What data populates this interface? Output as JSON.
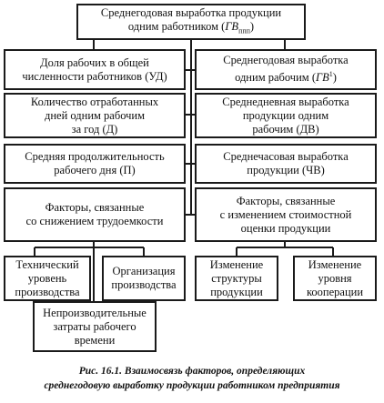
{
  "title": {
    "text": "Среднегодовая выработка продукции\nодним работником (",
    "symbol": "ГВ",
    "sub": "ппп",
    "close": ")"
  },
  "left": [
    {
      "text": "Доля рабочих в общей\nчисленности работников (УД)"
    },
    {
      "text": "Количество отработанных\nдней одним рабочим\nза год (Д)"
    },
    {
      "text": "Средняя продолжительность\nрабочего дня (П)"
    },
    {
      "text": "Факторы, связанные\nсо снижением трудоемкости"
    }
  ],
  "right": [
    {
      "text": "Среднегодовая выработка\nодним рабочим (",
      "symbol": "ГВ",
      "sup": "1",
      "close": ")"
    },
    {
      "text": "Среднедневная выработка\nпродукции одним\nрабочим (ДВ)"
    },
    {
      "text": "Среднечасовая выработка\nпродукции (ЧВ)"
    },
    {
      "text": "Факторы, связанные\nс изменением стоимостной\nоценки продукции"
    }
  ],
  "left_sub": [
    {
      "text": "Технический\nуровень\nпроизводства"
    },
    {
      "text": "Организация\nпроизводства"
    },
    {
      "text": "Непроизводительные\nзатраты рабочего\nвремени"
    }
  ],
  "right_sub": [
    {
      "text": "Изменение\nструктуры\nпродукции"
    },
    {
      "text": "Изменение\nуровня\nкооперации"
    }
  ],
  "caption": {
    "line1": "Рис. 16.1. Взаимосвязь факторов, определяющих",
    "line2": "среднегодовую выработку продукции работником предприятия"
  }
}
